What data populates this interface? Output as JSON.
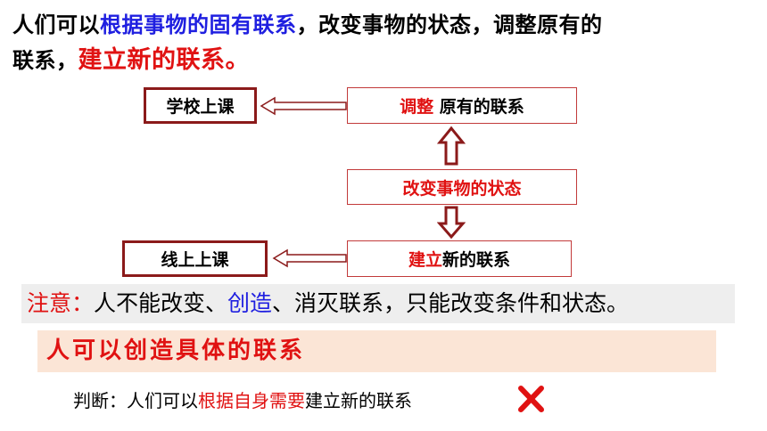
{
  "heading": {
    "line1_pre": "人们可以",
    "line1_blue": "根据事物的固有联系",
    "line1_post": "，改变事物的状态，调整原有的",
    "line2_pre": "联系，",
    "line2_red": "建立新的联系。"
  },
  "diagram": {
    "school_label": "学校上课",
    "online_label": "线上上课",
    "adjust_red": "调整",
    "adjust_rest": " 原有的联系",
    "state_label": "改变事物的状态",
    "build_red": "建立",
    "build_rest": "新的联系"
  },
  "notice": {
    "label": "注意：",
    "pre": "人不能改变、",
    "blue": "创造",
    "post": "、消灭联系，只能改变条件和状态。"
  },
  "strip": {
    "text": "人可以创造具体的联系"
  },
  "judgment": {
    "pre": "判断：人们可以",
    "red": "根据自身需要",
    "post": "建立新的联系"
  },
  "colors": {
    "blue": "#1f1fe0",
    "red": "#e01212",
    "arrow_outline": "#8b1a1a",
    "strip_bg": "#fbe5d6"
  },
  "icons": {
    "wrong_mark": "cross-icon"
  }
}
